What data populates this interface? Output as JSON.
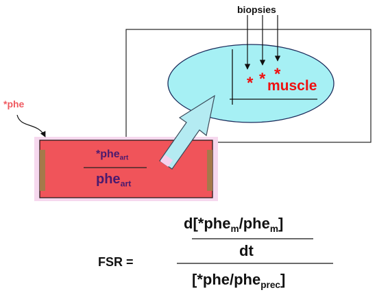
{
  "labels": {
    "biopsies": "biopsies",
    "phe_input": "*phe",
    "muscle": "muscle",
    "muscle_asterisk": "*"
  },
  "artery": {
    "numerator_base": "*phe",
    "numerator_sub": "art",
    "denominator_base": "phe",
    "denominator_sub": "art"
  },
  "formula": {
    "lhs": "FSR =",
    "numerator_base": "d[*phe",
    "numerator_sub1": "m",
    "numerator_mid": "/phe",
    "numerator_sub2": "m",
    "numerator_end": "]",
    "numerator_divisor": "dt",
    "denominator_base": "[*phe/phe",
    "denominator_sub": "prec",
    "denominator_end": "]"
  },
  "colors": {
    "artery_fill": "#f0545a",
    "artery_glow": "#f6d8ee",
    "artery_ends": "#a5794a",
    "muscle_fill": "#a6f0f4",
    "arrow_fill": "#b4ebf2",
    "asterisk_red": "#ee1111",
    "phe_input_text": "#ef5a60",
    "artery_text": "#4b1a6e"
  }
}
